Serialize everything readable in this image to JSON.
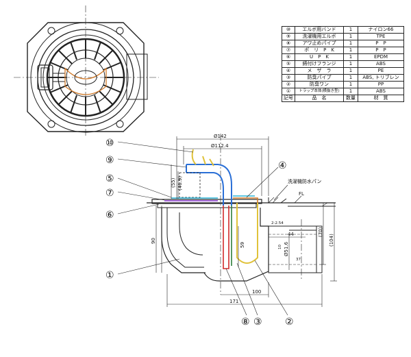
{
  "parts_table": {
    "headers": {
      "no": "記号",
      "name": "品　名",
      "qty": "数量",
      "material": "材　質"
    },
    "rows": [
      {
        "no": "⑩",
        "name": "エルボ用バンド",
        "qty": "1",
        "material": "ナイロン66"
      },
      {
        "no": "⑨",
        "name": "洗濯機用エルボ",
        "qty": "1",
        "material": "TPE"
      },
      {
        "no": "⑧",
        "name": "アワ止めパイプ",
        "qty": "1",
        "material": "P　P"
      },
      {
        "no": "⑦",
        "name": "ポ　リ　P　K",
        "qty": "1",
        "material": "P　P"
      },
      {
        "no": "⑥",
        "name": "U　P　K",
        "qty": "1",
        "material": "EPDM"
      },
      {
        "no": "⑤",
        "name": "締付けフランジ",
        "qty": "1",
        "material": "ABS"
      },
      {
        "no": "④",
        "name": "メ　ザ　ラ",
        "qty": "1",
        "material": "PE"
      },
      {
        "no": "③",
        "name": "防臭パイプ",
        "qty": "1",
        "material": "ABS, トリブレン"
      },
      {
        "no": "②",
        "name": "防臭ワン",
        "qty": "1",
        "material": "PP"
      },
      {
        "no": "①",
        "name": "トラップ本体(横抜き型)",
        "qty": "1",
        "material": "ABS"
      }
    ]
  },
  "callouts": {
    "c10": "⑩",
    "c9": "⑨",
    "c5": "⑤",
    "c7": "⑦",
    "c6": "⑥",
    "c1": "①",
    "c4": "④",
    "c8": "⑧",
    "c3": "③",
    "c2": "②"
  },
  "dimensions": {
    "d142": "Ø142",
    "d1124": "Ø112.4",
    "d55": "(55)",
    "d469": "(46.9)",
    "d90": "90",
    "d59": "59",
    "d70": "(70)",
    "d104": "(104)",
    "d44": "44",
    "d516": "Ø51.6",
    "d100": "100",
    "d171": "171",
    "d254": "2-2.54",
    "d10": "10",
    "d37": "37"
  },
  "labels": {
    "pan": "洗濯機防水パン",
    "fl": "FL"
  },
  "colors": {
    "line": "#222222",
    "elbow_band": "#e0c23a",
    "elbow": "#2a6fd6",
    "foam_pipe": "#d12a2a",
    "flange": "#d07a2a",
    "pk": "#8c3ad0",
    "screen": "#2ab4d6",
    "pipe": "#2e7d3a",
    "cup": "#e0c23a"
  }
}
